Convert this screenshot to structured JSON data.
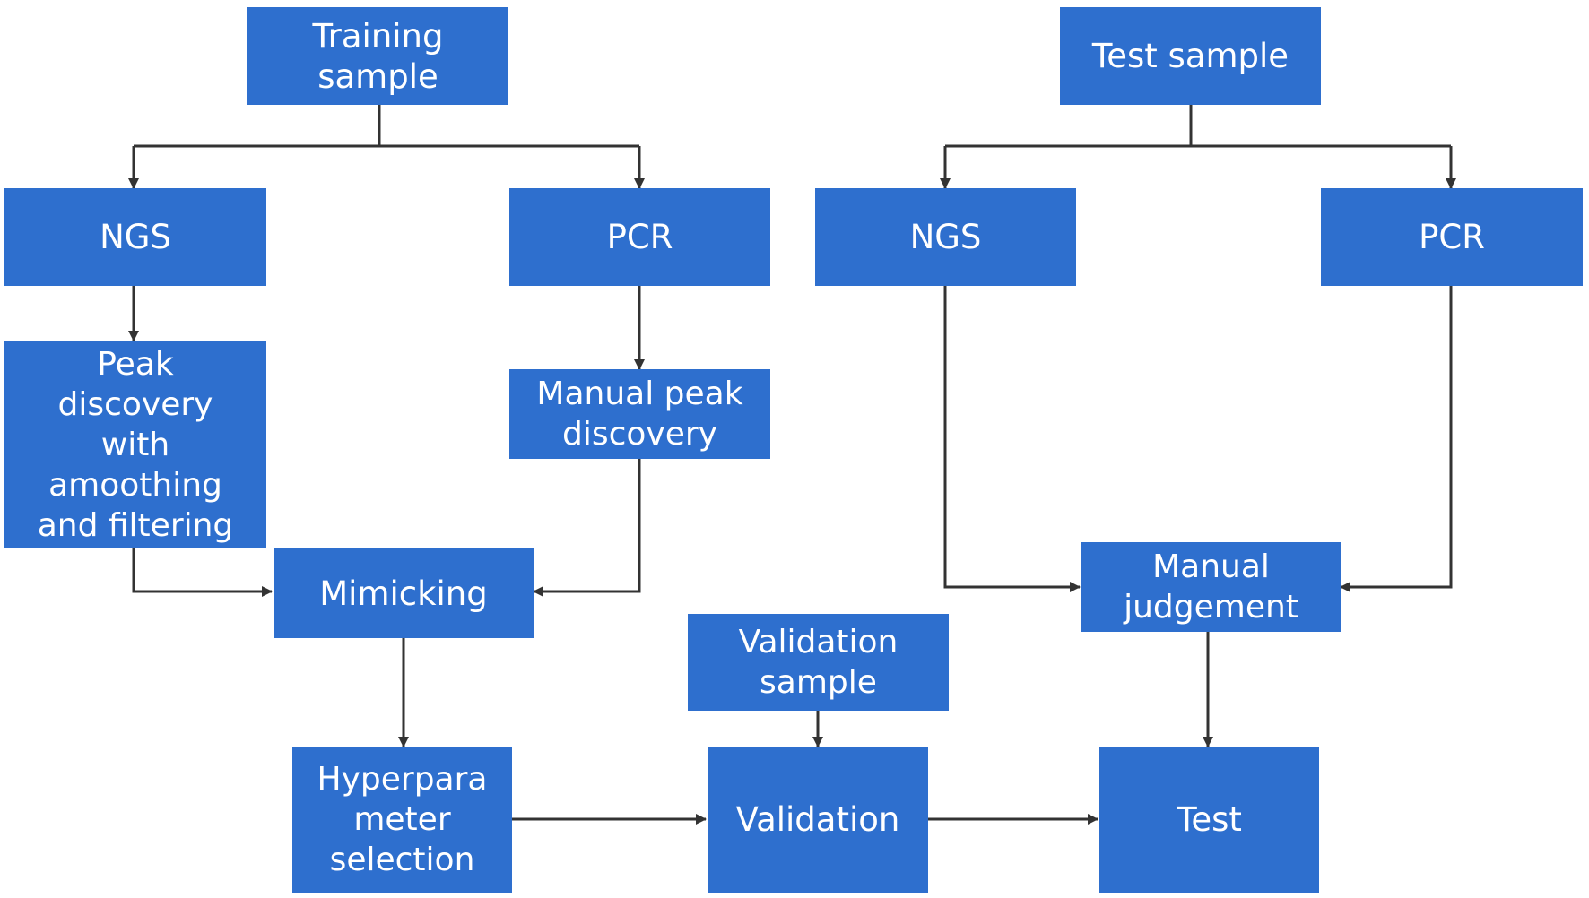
{
  "colors": {
    "box_fill": "#2e6fce",
    "box_text": "#ffffff",
    "arrow": "#333333",
    "background": "#ffffff"
  },
  "nodes": {
    "training_sample": "Training\nsample",
    "test_sample": "Test sample",
    "ngs_left": "NGS",
    "pcr_left": "PCR",
    "ngs_right": "NGS",
    "pcr_right": "PCR",
    "peak_discovery": "Peak\ndiscovery\nwith\namoothing\nand filtering",
    "manual_peak_discovery": "Manual peak\ndiscovery",
    "mimicking": "Mimicking",
    "manual_judgement": "Manual\njudgement",
    "validation_sample": "Validation\nsample",
    "hyperparameter_selection": "Hyperpara\nmeter\nselection",
    "validation": "Validation",
    "test": "Test"
  }
}
